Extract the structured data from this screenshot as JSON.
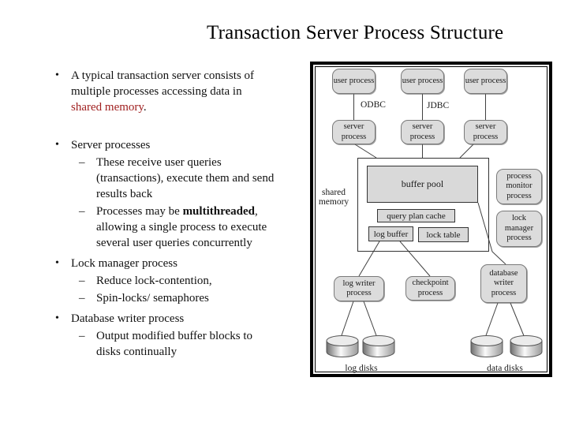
{
  "slide": {
    "title": "Transaction Server Process Structure"
  },
  "content": {
    "bullets": [
      {
        "marker": "•",
        "lines": [
          "A typical transaction server consists of",
          "multiple processes accessing data in"
        ],
        "red_text": "shared memory",
        "after_red": "."
      },
      {
        "marker": "•",
        "label": "Server processes",
        "subs": [
          {
            "marker": "–",
            "lines": [
              "These receive user queries",
              "(transactions), execute them and send",
              "results back"
            ]
          },
          {
            "marker": "–",
            "pre": "Processes may be ",
            "bold": "multithreaded",
            "post": ",",
            "lines": [
              "allowing a single process to execute",
              "several user queries concurrently"
            ]
          }
        ]
      },
      {
        "marker": "•",
        "label": "Lock manager process",
        "subs": [
          {
            "marker": "–",
            "lines": [
              "Reduce lock-contention,"
            ]
          },
          {
            "marker": "–",
            "lines": [
              "Spin-locks/ semaphores"
            ]
          }
        ]
      },
      {
        "marker": "•",
        "label": "Database writer process",
        "subs": [
          {
            "marker": "–",
            "lines": [
              "Output modified buffer blocks to",
              "disks continually"
            ]
          }
        ]
      }
    ]
  },
  "diagram": {
    "labels": {
      "user_process": "user process",
      "server_process": "server process",
      "odbc": "ODBC",
      "jdbc": "JDBC",
      "shared_memory": "shared memory",
      "buffer_pool": "buffer pool",
      "query_plan_cache": "query plan cache",
      "log_buffer": "log buffer",
      "lock_table": "lock table",
      "process_monitor": "process monitor process",
      "lock_manager": "lock manager process",
      "log_writer": "log writer process",
      "checkpoint": "checkpoint process",
      "database_writer": "database writer process",
      "log_disks": "log disks",
      "data_disks": "data disks"
    },
    "colors": {
      "box_fill": "#dcdcdc",
      "box_border": "#7a7a7a",
      "inner_box_fill": "#d9d9d9",
      "inner_box_border": "#333333",
      "connector_line": "#404040",
      "accent_red": "#a02020"
    }
  }
}
